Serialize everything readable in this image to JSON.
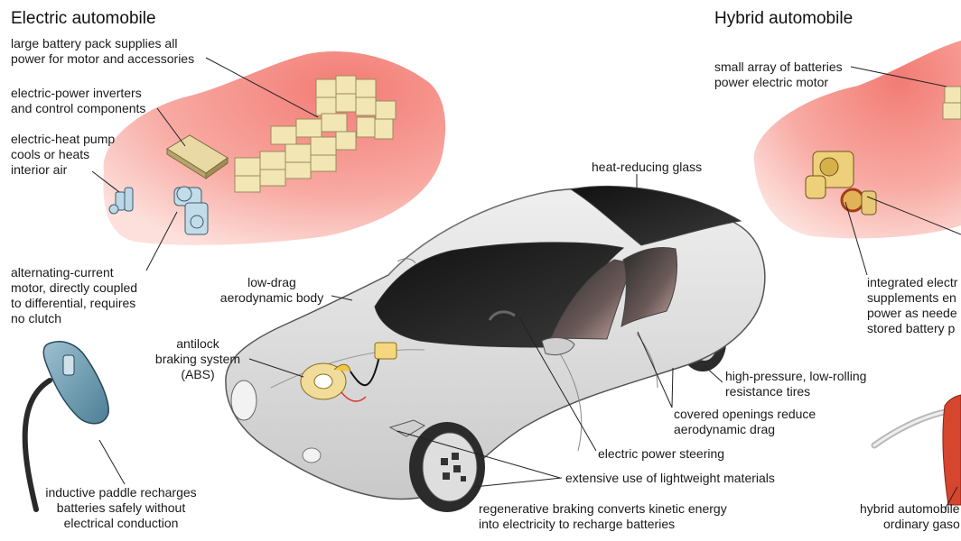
{
  "electric": {
    "title": "Electric automobile",
    "battery_pack": [
      "large battery pack supplies all",
      "power for motor and accessories"
    ],
    "inverters": [
      "electric-power inverters",
      "and control components"
    ],
    "heat_pump": [
      "electric-heat pump",
      "cools or heats",
      "interior air"
    ],
    "motor": [
      "alternating-current",
      "motor, directly coupled",
      "to differential, requires",
      "no clutch"
    ],
    "paddle": [
      "inductive paddle recharges",
      "batteries safely without",
      "electrical conduction"
    ]
  },
  "hybrid": {
    "title": "Hybrid automobile",
    "batteries": [
      "small array of batteries",
      "power electric motor"
    ],
    "motor": [
      "integrated electr",
      "supplements en",
      "power as neede",
      "stored battery p"
    ],
    "fuel": [
      "hybrid automobile",
      "ordinary gaso"
    ]
  },
  "car": {
    "glass": [
      "heat-reducing glass"
    ],
    "body": [
      "low-drag",
      "aerodynamic body"
    ],
    "abs": [
      "antilock",
      "braking system",
      "(ABS)"
    ],
    "tires": [
      "high-pressure, low-rolling",
      "resistance tires"
    ],
    "openings": [
      "covered openings reduce",
      "aerodynamic drag"
    ],
    "steering": [
      "electric power steering"
    ],
    "materials": [
      "extensive use of lightweight materials"
    ],
    "regen": [
      "regenerative braking converts kinetic energy",
      "into electricity to recharge batteries"
    ]
  },
  "colors": {
    "silhouette": "#f58a82",
    "car_body": "#dcdcdc",
    "glass": "#1b1b1b",
    "battery": "#f4e7b8",
    "paddle": "#6f9db2",
    "leader": "#222222"
  }
}
